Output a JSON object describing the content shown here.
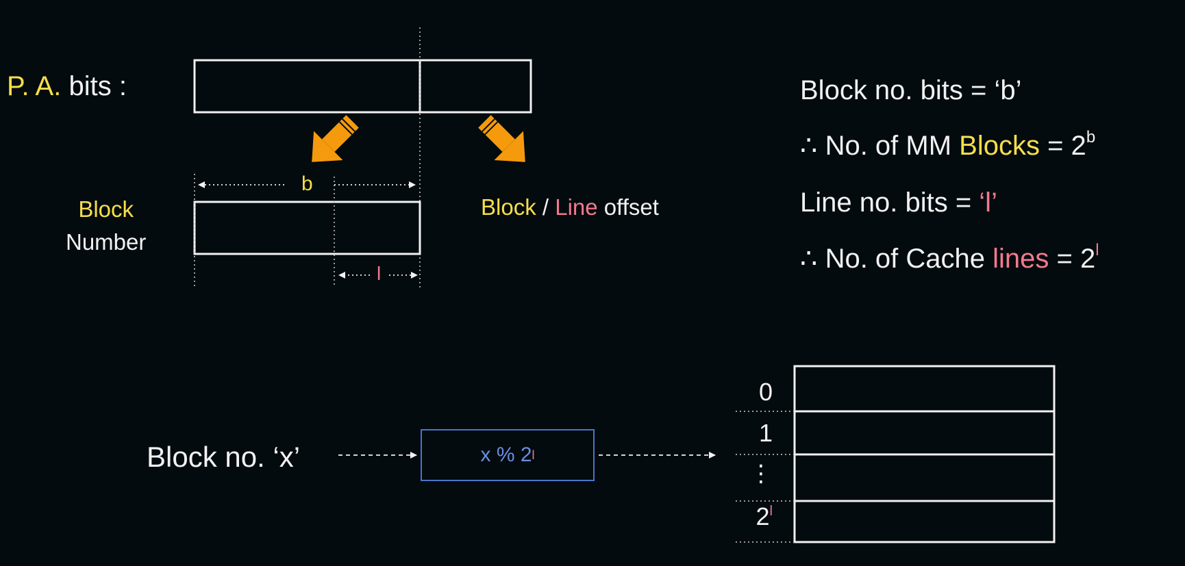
{
  "physical_address": {
    "prefix": "P. A.",
    "suffix": " bits :"
  },
  "block_number_label": {
    "line1": "Block",
    "line2": "Number"
  },
  "dimension_labels": {
    "b": "b",
    "l": "l"
  },
  "offset_label": {
    "block": "Block",
    "slash": " / ",
    "line": "Line",
    "offset": " offset"
  },
  "formulas": {
    "block_bits": {
      "text": "Block no. bits  =  ‘b’"
    },
    "mm_blocks": {
      "therefore": "∴ ",
      "text": "No. of MM ",
      "highlight": "Blocks",
      "equals": " = 2",
      "exp": "b"
    },
    "line_bits": {
      "text": "Line no. bits  =  ",
      "value": "‘l’"
    },
    "cache_lines": {
      "therefore": "∴ ",
      "text": "No. of Cache ",
      "highlight": "lines",
      "equals": " = 2",
      "exp": "l"
    }
  },
  "mapping": {
    "input_label": "Block no. ‘x’",
    "function_base": "x % 2",
    "function_exp": "l"
  },
  "cache_index": {
    "first": "0",
    "second": "1",
    "dots": "⋮",
    "last_base": "2",
    "last_exp": "l"
  },
  "colors": {
    "background": "#040b0f",
    "text": "#f2f2f2",
    "highlight_yellow": "#f7df4a",
    "highlight_pink": "#f27a8e",
    "arrow_orange": "#f59a0d",
    "function_blue": "#6a8fe0"
  },
  "icons": [
    "orange-down-left-arrow-icon",
    "orange-down-right-arrow-icon"
  ]
}
